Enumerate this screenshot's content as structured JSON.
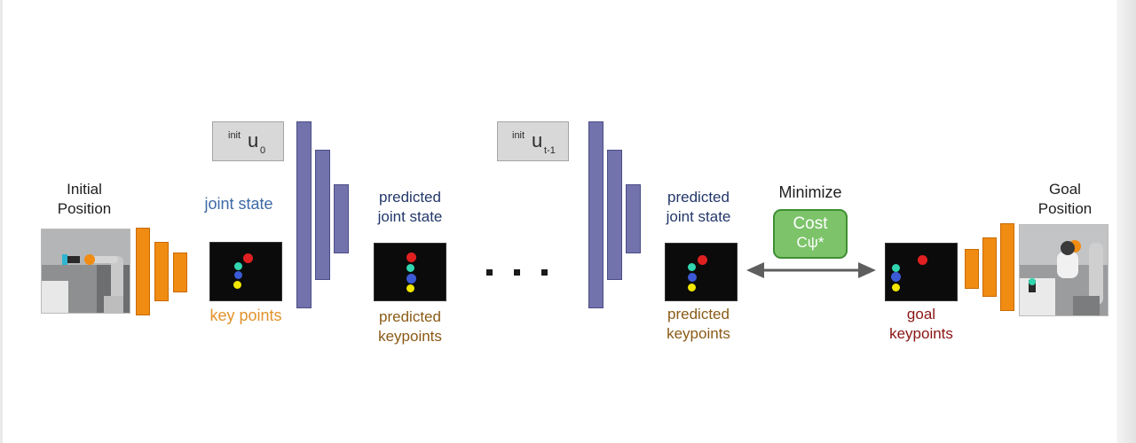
{
  "labels": {
    "initial_position": [
      "Initial",
      "Position"
    ],
    "joint_state": "joint state",
    "key_points": "key points",
    "predicted_joint_state_1": [
      "predicted",
      "joint state"
    ],
    "predicted_keypoints_1": [
      "predicted",
      "keypoints"
    ],
    "predicted_joint_state_2": [
      "predicted",
      "joint state"
    ],
    "predicted_keypoints_2": [
      "predicted",
      "keypoints"
    ],
    "minimize": "Minimize",
    "goal_keypoints": [
      "goal",
      "keypoints"
    ],
    "goal_position": [
      "Goal",
      "Position"
    ]
  },
  "inputs": {
    "u0": {
      "sup": "init",
      "main": "u",
      "sub": "0"
    },
    "ut1": {
      "sup": "init",
      "main": "u",
      "sub": "t-1"
    }
  },
  "cost_box": {
    "line1": "Cost",
    "line2": "Cψ*"
  },
  "ellipsis": "· · ·",
  "colors": {
    "encoder_orange": "#f08c12",
    "network_purple": "#7273ad",
    "cost_green": "#7cc36a",
    "keypoint_red": "#e02020",
    "keypoint_cyan": "#31d6b0",
    "keypoint_blue": "#3c5ad6",
    "keypoint_yellow": "#f2e600"
  }
}
